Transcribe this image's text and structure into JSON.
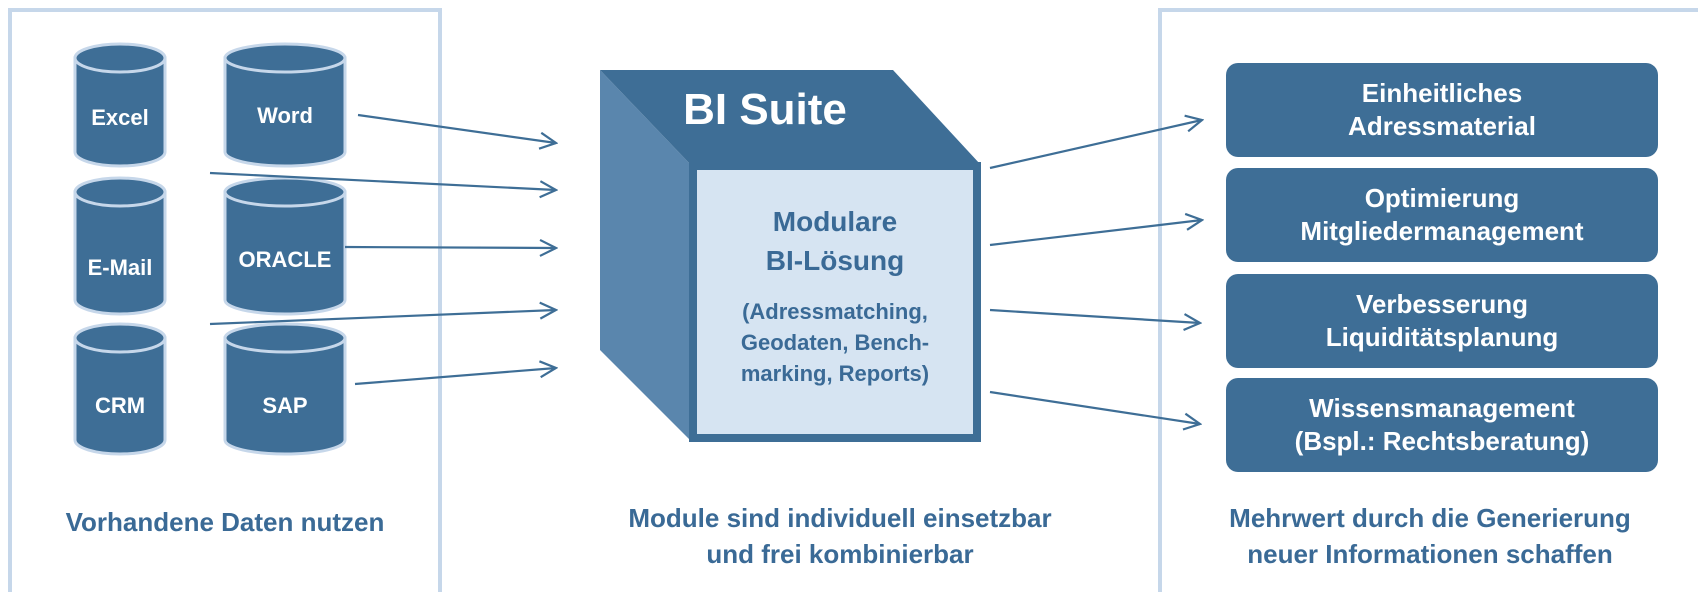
{
  "sources": {
    "excel": "Excel",
    "word": "Word",
    "email": "E-Mail",
    "oracle": "ORACLE",
    "crm": "CRM",
    "sap": "SAP"
  },
  "center": {
    "title": "BI Suite",
    "module_line1": "Modulare",
    "module_line2": "BI-Lösung",
    "detail_line1": "(Adressmatching,",
    "detail_line2": "Geodaten, Bench-",
    "detail_line3": "marking, Reports)"
  },
  "outputs": [
    "Einheitliches\nAdressmaterial",
    "Optimierung\nMitgliedermanagement",
    "Verbesserung\nLiquiditätsplanung",
    "Wissensmanagement\n(Bspl.: Rechtsberatung)"
  ],
  "captions": {
    "left": "Vorhandene Daten nutzen",
    "center": "Module sind individuell einsetzbar\nund frei kombinierbar",
    "right": "Mehrwert durch die Generierung\nneuer Informationen schaffen"
  },
  "colors": {
    "dark_blue": "#3e6e96",
    "mid_blue": "#5a86ad",
    "light_panel": "#c6d7ea",
    "cube_front": "#d6e4f2",
    "text_blue": "#3a6a96"
  }
}
